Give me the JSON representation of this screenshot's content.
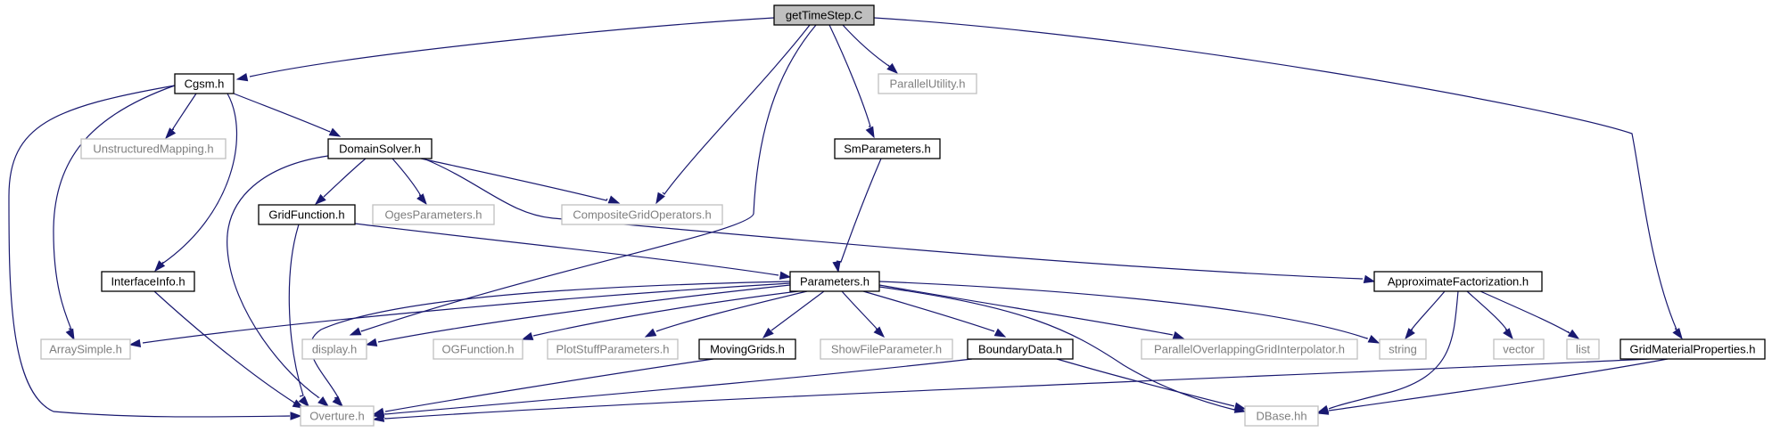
{
  "graph": {
    "colors": {
      "edge": "#191970",
      "root_fill": "#bfbfbf",
      "documented_border": "#000000",
      "external_border": "#bfbfbf",
      "documented_text": "#000000",
      "external_text": "#7f7f7f"
    },
    "nodes": [
      {
        "id": "getTimeStep",
        "label": "getTimeStep.C",
        "kind": "root"
      },
      {
        "id": "Cgsm",
        "label": "Cgsm.h",
        "kind": "documented"
      },
      {
        "id": "ParallelUtility",
        "label": "ParallelUtility.h",
        "kind": "external"
      },
      {
        "id": "UnstructuredMapping",
        "label": "UnstructuredMapping.h",
        "kind": "external"
      },
      {
        "id": "DomainSolver",
        "label": "DomainSolver.h",
        "kind": "documented"
      },
      {
        "id": "SmParameters",
        "label": "SmParameters.h",
        "kind": "documented"
      },
      {
        "id": "GridFunction",
        "label": "GridFunction.h",
        "kind": "documented"
      },
      {
        "id": "OgesParameters",
        "label": "OgesParameters.h",
        "kind": "external"
      },
      {
        "id": "CompositeGridOperators",
        "label": "CompositeGridOperators.h",
        "kind": "external"
      },
      {
        "id": "InterfaceInfo",
        "label": "InterfaceInfo.h",
        "kind": "documented"
      },
      {
        "id": "Parameters",
        "label": "Parameters.h",
        "kind": "documented"
      },
      {
        "id": "ApproximateFactorization",
        "label": "ApproximateFactorization.h",
        "kind": "documented"
      },
      {
        "id": "ArraySimple",
        "label": "ArraySimple.h",
        "kind": "external"
      },
      {
        "id": "display",
        "label": "display.h",
        "kind": "external"
      },
      {
        "id": "OGFunction",
        "label": "OGFunction.h",
        "kind": "external"
      },
      {
        "id": "PlotStuffParameters",
        "label": "PlotStuffParameters.h",
        "kind": "external"
      },
      {
        "id": "MovingGrids",
        "label": "MovingGrids.h",
        "kind": "documented"
      },
      {
        "id": "ShowFileParameter",
        "label": "ShowFileParameter.h",
        "kind": "external"
      },
      {
        "id": "BoundaryData",
        "label": "BoundaryData.h",
        "kind": "documented"
      },
      {
        "id": "ParallelOverlappingGridInterpolator",
        "label": "ParallelOverlappingGridInterpolator.h",
        "kind": "external"
      },
      {
        "id": "string",
        "label": "string",
        "kind": "external"
      },
      {
        "id": "vector",
        "label": "vector",
        "kind": "external"
      },
      {
        "id": "list",
        "label": "list",
        "kind": "external"
      },
      {
        "id": "GridMaterialProperties",
        "label": "GridMaterialProperties.h",
        "kind": "documented"
      },
      {
        "id": "Overture",
        "label": "Overture.h",
        "kind": "external"
      },
      {
        "id": "DBase",
        "label": "DBase.hh",
        "kind": "external"
      }
    ],
    "edges": [
      {
        "from": "getTimeStep",
        "to": "Cgsm"
      },
      {
        "from": "getTimeStep",
        "to": "ParallelUtility"
      },
      {
        "from": "getTimeStep",
        "to": "SmParameters"
      },
      {
        "from": "getTimeStep",
        "to": "CompositeGridOperators"
      },
      {
        "from": "getTimeStep",
        "to": "display"
      },
      {
        "from": "getTimeStep",
        "to": "GridMaterialProperties"
      },
      {
        "from": "Cgsm",
        "to": "UnstructuredMapping"
      },
      {
        "from": "Cgsm",
        "to": "DomainSolver"
      },
      {
        "from": "Cgsm",
        "to": "InterfaceInfo"
      },
      {
        "from": "Cgsm",
        "to": "ArraySimple"
      },
      {
        "from": "Cgsm",
        "to": "Overture"
      },
      {
        "from": "DomainSolver",
        "to": "GridFunction"
      },
      {
        "from": "DomainSolver",
        "to": "OgesParameters"
      },
      {
        "from": "DomainSolver",
        "to": "CompositeGridOperators"
      },
      {
        "from": "DomainSolver",
        "to": "ApproximateFactorization"
      },
      {
        "from": "DomainSolver",
        "to": "Overture"
      },
      {
        "from": "SmParameters",
        "to": "Parameters"
      },
      {
        "from": "GridFunction",
        "to": "Parameters"
      },
      {
        "from": "GridFunction",
        "to": "Overture"
      },
      {
        "from": "InterfaceInfo",
        "to": "Overture"
      },
      {
        "from": "Parameters",
        "to": "ArraySimple"
      },
      {
        "from": "Parameters",
        "to": "display"
      },
      {
        "from": "Parameters",
        "to": "OGFunction"
      },
      {
        "from": "Parameters",
        "to": "PlotStuffParameters"
      },
      {
        "from": "Parameters",
        "to": "MovingGrids"
      },
      {
        "from": "Parameters",
        "to": "ShowFileParameter"
      },
      {
        "from": "Parameters",
        "to": "BoundaryData"
      },
      {
        "from": "Parameters",
        "to": "ParallelOverlappingGridInterpolator"
      },
      {
        "from": "Parameters",
        "to": "string"
      },
      {
        "from": "Parameters",
        "to": "DBase"
      },
      {
        "from": "Parameters",
        "to": "Overture"
      },
      {
        "from": "ApproximateFactorization",
        "to": "string"
      },
      {
        "from": "ApproximateFactorization",
        "to": "vector"
      },
      {
        "from": "ApproximateFactorization",
        "to": "list"
      },
      {
        "from": "ApproximateFactorization",
        "to": "DBase"
      },
      {
        "from": "MovingGrids",
        "to": "Overture"
      },
      {
        "from": "BoundaryData",
        "to": "Overture"
      },
      {
        "from": "BoundaryData",
        "to": "DBase"
      },
      {
        "from": "GridMaterialProperties",
        "to": "Overture"
      },
      {
        "from": "GridMaterialProperties",
        "to": "DBase"
      }
    ]
  }
}
